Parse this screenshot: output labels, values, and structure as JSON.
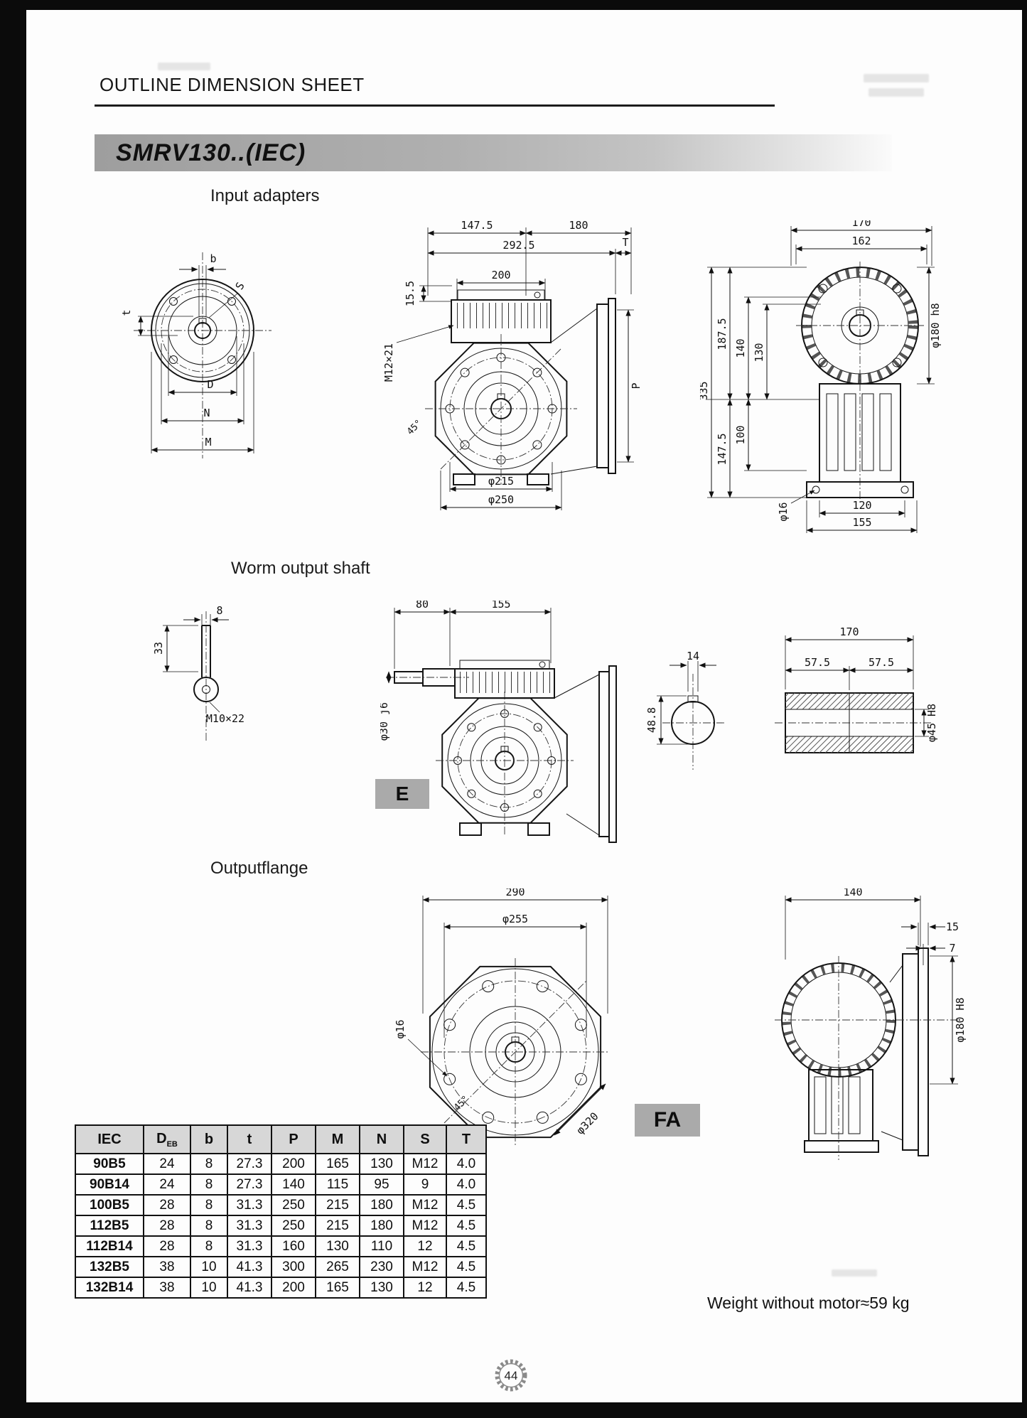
{
  "page": {
    "header_title": "OUTLINE DIMENSION SHEET",
    "model_title": "SMRV130..(IEC)",
    "weight_note": "Weight without motor≈59 kg",
    "page_number": "44"
  },
  "sections": {
    "input_adapters": {
      "heading": "Input adapters",
      "front": {
        "b": "b",
        "s": "S",
        "t": "t",
        "d": "D",
        "n": "N",
        "m": "M"
      },
      "side": {
        "w1": "147.5",
        "w2": "180",
        "total": "292.5",
        "t": "T",
        "w3": "200",
        "step": "15.5",
        "tap": "M12×21",
        "p": "P",
        "angle": "45°",
        "bc": "φ215",
        "od": "φ250"
      },
      "rear": {
        "w1": "170",
        "w2": "162",
        "h_total": "335",
        "h1": "187.5",
        "h2": "147.5",
        "h3": "140",
        "h4": "100",
        "h5": "130",
        "spigot": "φ180 h8",
        "foot_hole": "φ16",
        "f1": "120",
        "f2": "155"
      }
    },
    "worm_output_shaft": {
      "heading": "Worm output shaft",
      "shaft_end": {
        "key_w": "8",
        "len": "33",
        "tap": "M10×22"
      },
      "side": {
        "l1": "80",
        "l2": "155",
        "shaft_dia": "φ30 j6",
        "badge": "E"
      },
      "bore": {
        "key_w": "14",
        "key_h": "48.8",
        "hub_len": "170",
        "half1": "57.5",
        "half2": "57.5",
        "bore_dia": "φ45 H8"
      }
    },
    "output_flange": {
      "heading": "Outputflange",
      "front": {
        "w": "290",
        "bc": "φ255",
        "hole": "φ16",
        "angle": "45°",
        "od": "φ320"
      },
      "side": {
        "w": "140",
        "t1": "15",
        "t2": "7",
        "spigot": "φ180 H8",
        "badge": "FA"
      }
    }
  },
  "table": {
    "headers": [
      "IEC",
      "D",
      "b",
      "t",
      "P",
      "M",
      "N",
      "S",
      "T"
    ],
    "d_subscript": "EB",
    "rows": [
      [
        "90B5",
        "24",
        "8",
        "27.3",
        "200",
        "165",
        "130",
        "M12",
        "4.0"
      ],
      [
        "90B14",
        "24",
        "8",
        "27.3",
        "140",
        "115",
        "95",
        "9",
        "4.0"
      ],
      [
        "100B5",
        "28",
        "8",
        "31.3",
        "250",
        "215",
        "180",
        "M12",
        "4.5"
      ],
      [
        "112B5",
        "28",
        "8",
        "31.3",
        "250",
        "215",
        "180",
        "M12",
        "4.5"
      ],
      [
        "112B14",
        "28",
        "8",
        "31.3",
        "160",
        "130",
        "110",
        "12",
        "4.5"
      ],
      [
        "132B5",
        "38",
        "10",
        "41.3",
        "300",
        "265",
        "230",
        "M12",
        "4.5"
      ],
      [
        "132B14",
        "38",
        "10",
        "41.3",
        "200",
        "165",
        "130",
        "12",
        "4.5"
      ]
    ]
  }
}
